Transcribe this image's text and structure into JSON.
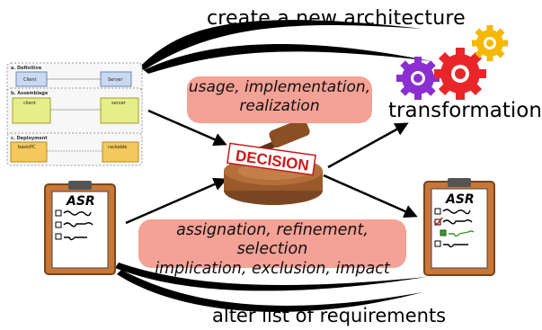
{
  "captions": {
    "top": "create a new architecture",
    "bottom": "alter list of requirements",
    "transformations": "transformations"
  },
  "pills": {
    "top_line1": "usage, implementation,",
    "top_line2": "realization",
    "bottom_line1": "assignation, refinement, selection",
    "bottom_line2": "implication, exclusion, impact"
  },
  "decision": {
    "sign_text": "DECISION"
  },
  "clipboards": {
    "left_title": "ASR",
    "right_title": "ASR"
  },
  "architecture_model": {
    "sections": [
      "a. Definitive",
      "b. Assemblage",
      "c. Deployment"
    ],
    "definitive": {
      "left": "Client",
      "right": "Server"
    },
    "assemblage": {
      "left": "client",
      "right": "server"
    },
    "deployment": {
      "left": "basicPC",
      "right": "rackable"
    }
  },
  "colors": {
    "pill": "#f4a196",
    "gear_purple": "#8b2fd1",
    "gear_red": "#e8262a",
    "gear_yellow": "#f5b800",
    "clipboard": "#c8773a",
    "check_red": "#cc2222",
    "check_green": "#3a9a2a"
  },
  "icons": [
    "gears-icon",
    "gavel-icon",
    "clipboard-icon",
    "architecture-diagram-icon"
  ]
}
